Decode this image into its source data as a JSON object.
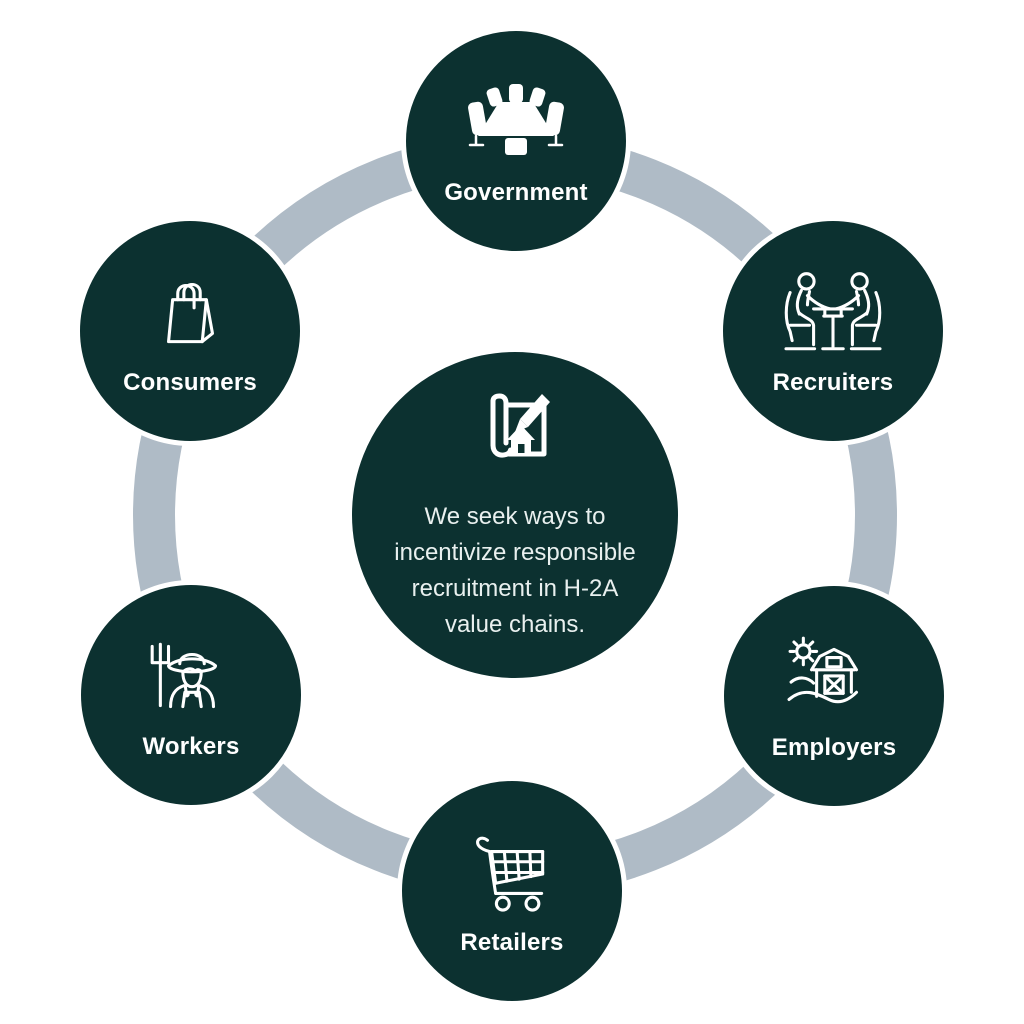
{
  "colors": {
    "node_fill": "#0C3130",
    "ring": "#AFBBC6",
    "label_text": "#FFFFFF",
    "center_text": "#E9F0EF",
    "background": "#FFFFFF",
    "icon_stroke": "#FFFFFF"
  },
  "center": {
    "icon": "blueprint-house-pencil-icon",
    "text_lines": [
      "We seek ways to",
      "incentivize responsible",
      "recruitment in H-2A",
      "value chains."
    ]
  },
  "nodes": [
    {
      "label": "Government",
      "icon": "conference-table-icon",
      "position": "top"
    },
    {
      "label": "Recruiters",
      "icon": "meeting-people-icon",
      "position": "top-right"
    },
    {
      "label": "Employers",
      "icon": "farm-barn-icon",
      "position": "bottom-right"
    },
    {
      "label": "Retailers",
      "icon": "shopping-cart-icon",
      "position": "bottom"
    },
    {
      "label": "Workers",
      "icon": "farmer-icon",
      "position": "bottom-left"
    },
    {
      "label": "Consumers",
      "icon": "shopping-bag-icon",
      "position": "top-left"
    }
  ]
}
